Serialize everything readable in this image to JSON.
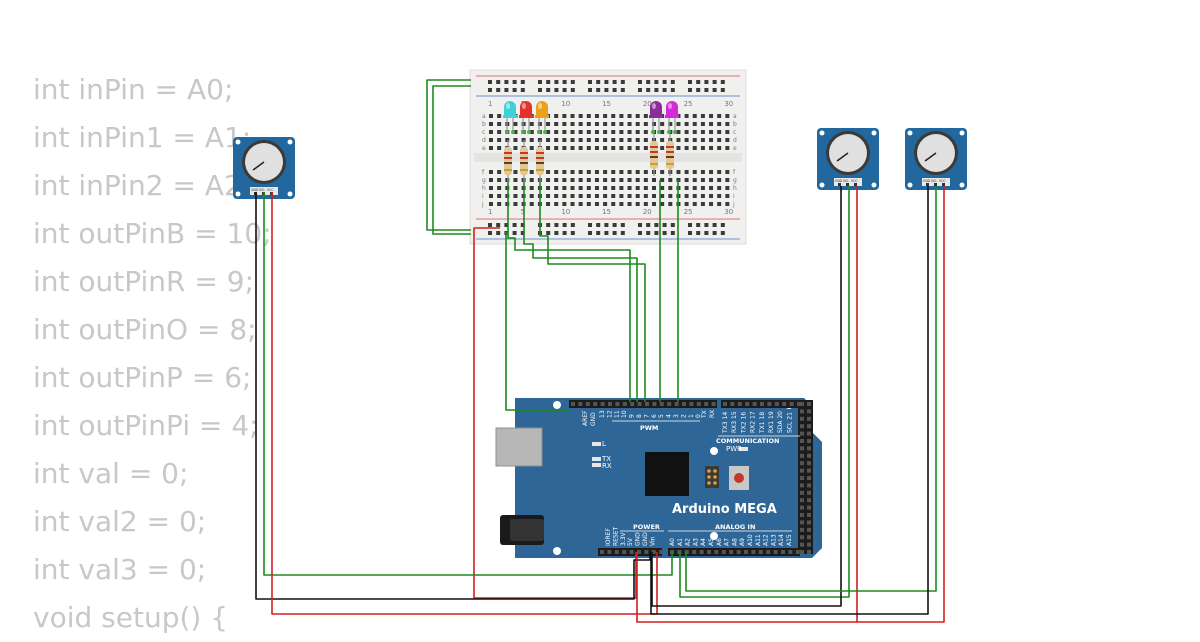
{
  "code_lines": [
    "int inPin = A0;",
    "int inPin1 = A1;",
    "int inPin2 = A2;",
    "int outPinB = 10;",
    "int outPinR = 9;",
    "int outPinO = 8;",
    "int outPinP = 6;",
    "int outPinPi = 4;",
    "int val = 0;",
    "int val2 = 0;",
    "int val3 = 0;",
    "void setup() {"
  ],
  "board": {
    "name": "Arduino MEGA",
    "pwm_label": "PWM",
    "communication_label": "COMMUNICATION",
    "power_label": "POWER",
    "analog_label": "ANALOG IN",
    "pwr_led_label": "PWR",
    "led_l": "L",
    "led_tx": "TX",
    "led_rx": "RX",
    "aref_labels": [
      "AREF",
      "GND"
    ],
    "digital_pins": [
      "13",
      "12",
      "11",
      "10",
      "9",
      "8",
      "7",
      "6",
      "5",
      "4",
      "3",
      "2",
      "1",
      "0"
    ],
    "comm_pins": [
      "TX3 14",
      "RX3 15",
      "TX2 16",
      "RX2 17",
      "TX1 18",
      "RX1 19",
      "SDA 20",
      "SCL 21"
    ],
    "power_pins": [
      "IOREF",
      "RESET",
      "3.3V",
      "5V",
      "GND",
      "GND",
      "Vin"
    ],
    "analog_pins": [
      "A0",
      "A1",
      "A2",
      "A3",
      "A4",
      "A5",
      "A6",
      "A7",
      "A8",
      "A9",
      "A10",
      "A11",
      "A12",
      "A13",
      "A14",
      "A15"
    ],
    "tx_rx": [
      "TX",
      "RX"
    ]
  },
  "breadboard": {
    "col_numbers": [
      "1",
      "5",
      "10",
      "15",
      "20",
      "25",
      "30"
    ],
    "row_letters_top": [
      "a",
      "b",
      "c",
      "d",
      "e"
    ],
    "row_letters_bottom": [
      "f",
      "g",
      "h",
      "i",
      "j"
    ]
  },
  "pot_pin_labels": [
    "GND",
    "SIG",
    "VCC"
  ],
  "leds": [
    {
      "color": "#3fd0d8"
    },
    {
      "color": "#e8302a"
    },
    {
      "color": "#e8a21c"
    },
    {
      "color": "#8a2e9a"
    },
    {
      "color": "#d22bd8"
    }
  ],
  "colors": {
    "board": "#2d6697",
    "wire_green": "#1d8a1d",
    "wire_red": "#d41f1f",
    "wire_black": "#111111",
    "pot_board": "#22689e"
  }
}
